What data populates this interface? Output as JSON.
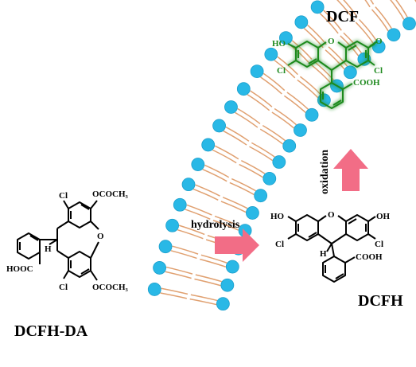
{
  "labels": {
    "dcf": "DCF",
    "dcfh": "DCFH",
    "dcfh_da": "DCFH-DA",
    "hydrolysis": "hydrolysis",
    "oxidation": "oxidation"
  },
  "dcfh_da_atoms": {
    "cl_top": "Cl",
    "ococh3_top": "OCOCH₃",
    "h": "H",
    "o": "O",
    "hooc": "HOOC",
    "cl_bottom": "Cl",
    "ococh3_bottom": "OCOCH₃"
  },
  "dcfh_atoms": {
    "ho": "HO",
    "o": "O",
    "oh": "OH",
    "cl_left": "Cl",
    "cl_right": "Cl",
    "h": "H",
    "cooh": "COOH"
  },
  "dcf_atoms": {
    "ho": "HO",
    "o_ring": "O",
    "o_keto": "O",
    "cl_left": "Cl",
    "cl_right": "Cl",
    "cooh": "COOH"
  },
  "colors": {
    "lipid_head": "#29b8e6",
    "lipid_tail": "#e0a070",
    "arrow": "#f26d86",
    "dcf_green": "#1f8a1f",
    "glow": "#c9f0c0"
  }
}
